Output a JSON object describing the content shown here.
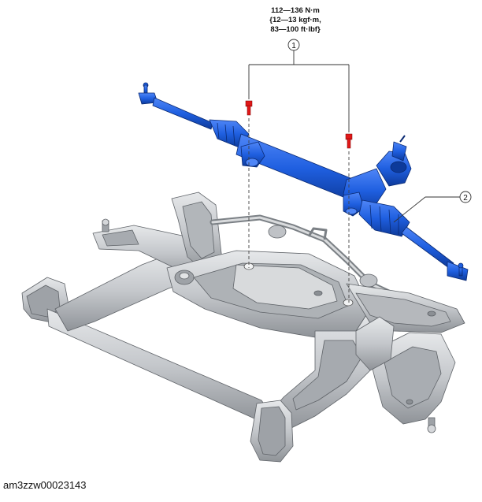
{
  "torque_spec": {
    "line1": "112—136 N·m",
    "line2": "{12—13 kgf·m,",
    "line3": "83—100 ft·lbf}"
  },
  "callouts": [
    {
      "number": "1",
      "part": "steering-gear-mounting-bolt"
    },
    {
      "number": "2",
      "part": "steering-gear-and-linkage"
    }
  ],
  "figure_code": "am3zzw00023143",
  "colors": {
    "steering_gear": "#1f5fe0",
    "steering_gear_shadow": "#0d3a9a",
    "subframe": "#c9ccd0",
    "subframe_shadow": "#8e9297",
    "bolt": "#e01818",
    "leader_line": "#333333"
  }
}
